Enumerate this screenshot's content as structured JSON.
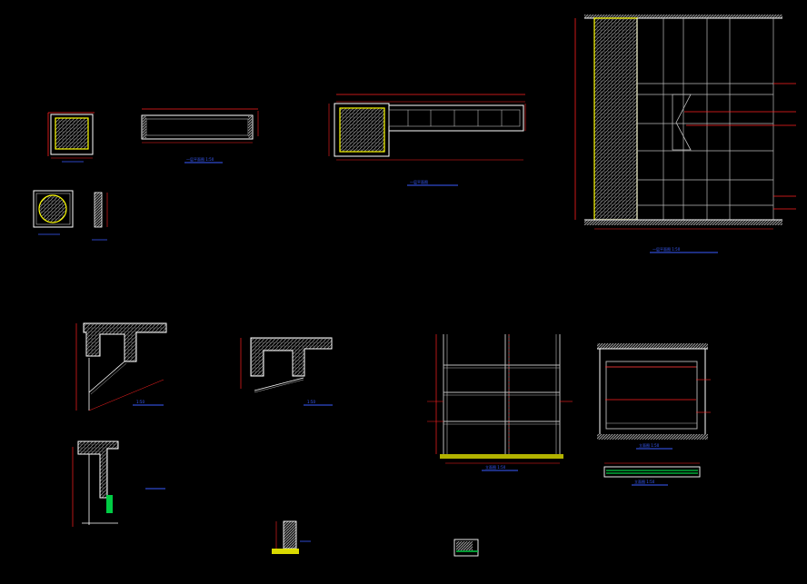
{
  "colors": {
    "background": "#000000",
    "outline": "#ffffff",
    "dimension": "#ff2020",
    "highlight": "#ffff00",
    "caption": "#3a5cff",
    "grid": "#b0b0b0",
    "hatch": "#9a9a9a",
    "accent": "#00cc44"
  },
  "captions": {
    "cabinet_elevation": "一层平面图 1:50",
    "cabinet_plan": "一层平面图",
    "wall_elevation": "一层平面图 1:50",
    "section_a": "1:50",
    "section_b": "1:50",
    "grid_elevation": "立面图 1:50",
    "panel_elevation": "立面图 1:50",
    "panel_strip": "立面图 1:50"
  }
}
